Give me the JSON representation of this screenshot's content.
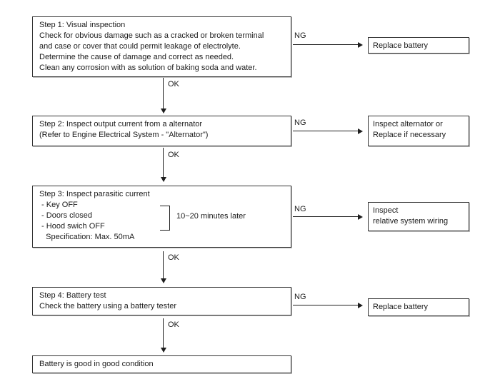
{
  "flow": {
    "labels": {
      "ok": "OK",
      "ng": "NG"
    },
    "step1": {
      "lines": [
        "Step 1: Visual inspection",
        "Check for obvious damage such as a cracked or broken terminal",
        "and case or cover that could permit leakage of electrolyte.",
        "Determine the cause of damage and correct as needed.",
        "Clean any corrosion with as solution of baking soda and water."
      ]
    },
    "step1_action": {
      "lines": [
        "Replace battery"
      ]
    },
    "step2": {
      "lines": [
        "Step 2: Inspect output current from a alternator",
        "(Refer to Engine Electrical System - \"Alternator\")"
      ]
    },
    "step2_action": {
      "lines": [
        "Inspect alternator or",
        "Replace if necessary"
      ]
    },
    "step3": {
      "lines": [
        "Step 3: Inspect parasitic current",
        " - Key OFF",
        " - Doors closed",
        " - Hood swich OFF",
        "   Specification: Max. 50mA"
      ],
      "bracket_note": "10~20 minutes later"
    },
    "step3_action": {
      "lines": [
        "Inspect",
        "relative system wiring"
      ]
    },
    "step4": {
      "lines": [
        "Step 4: Battery test",
        "Check the battery using a battery tester"
      ]
    },
    "step4_action": {
      "lines": [
        "Replace battery"
      ]
    },
    "result": {
      "lines": [
        "Battery is good in good condition"
      ]
    }
  }
}
